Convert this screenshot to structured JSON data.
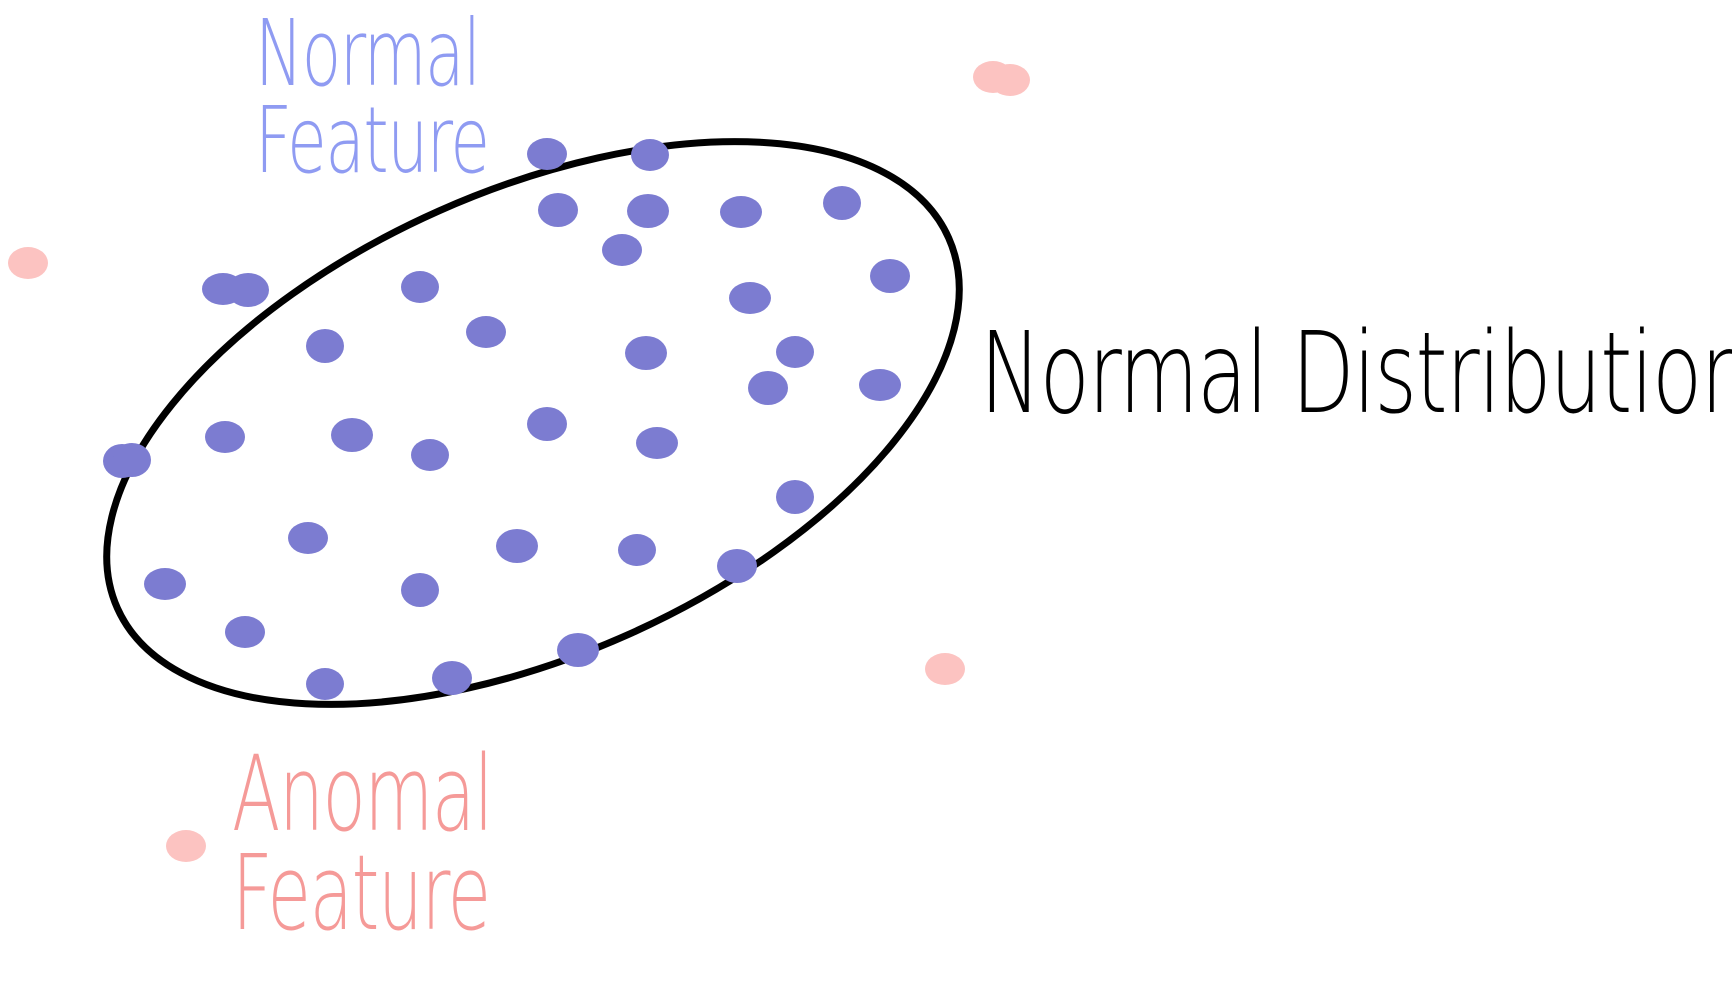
{
  "labels": {
    "normal_feature": [
      "Normal",
      "Feature"
    ],
    "anomal_feature": [
      "Anomal",
      "Feature"
    ],
    "normal_distribution": "Normal Distribution"
  },
  "colors": {
    "normal_point": "#7c7cd1",
    "anomal_point": "#fcc3c1",
    "normal_text": "#8f9bf2",
    "anomal_text": "#f59a98",
    "outline": "#000000"
  },
  "counts": {
    "normal_points": 36,
    "anomal_points": 5
  }
}
